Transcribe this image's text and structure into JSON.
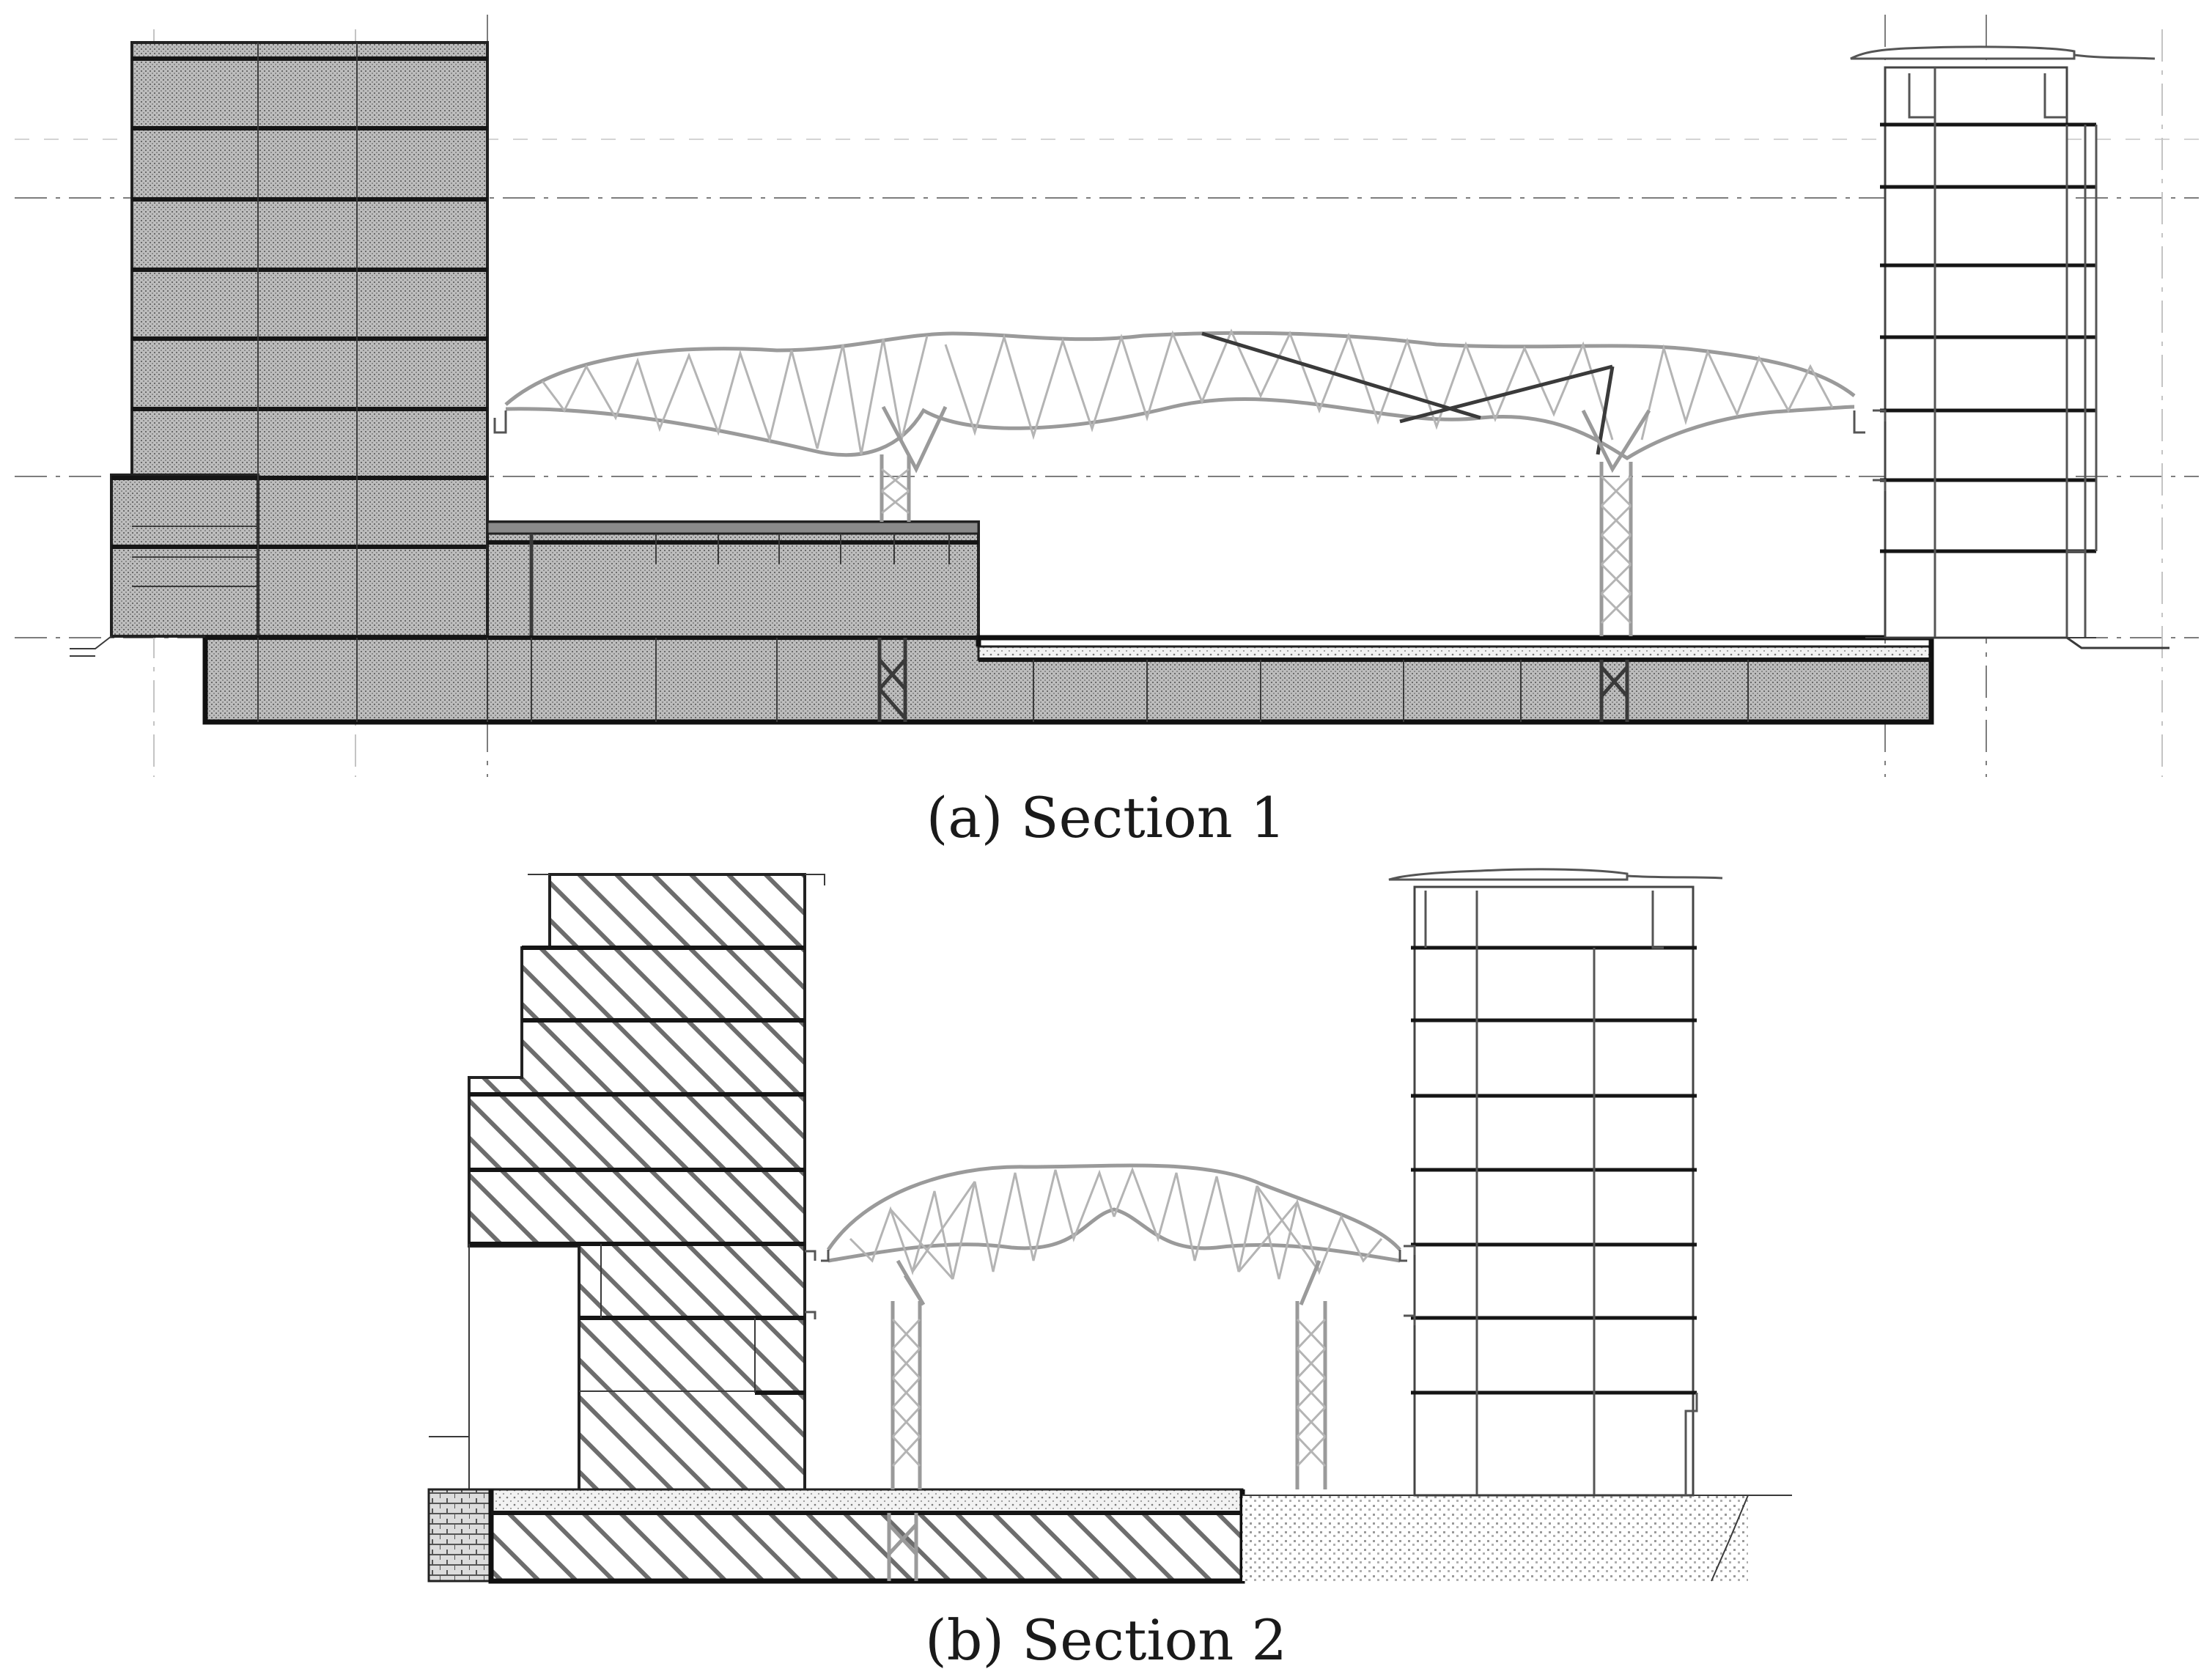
{
  "figure": {
    "panels": [
      {
        "id": "a",
        "caption": "(a) Section 1"
      },
      {
        "id": "b",
        "caption": "(b) Section 2"
      }
    ]
  },
  "colors": {
    "background": "#ffffff",
    "line": "#1a1a1a",
    "hatch_fill": "#b9b9b9",
    "truss": "#9a9a9a",
    "grid_axis": "#7d7d7d"
  }
}
